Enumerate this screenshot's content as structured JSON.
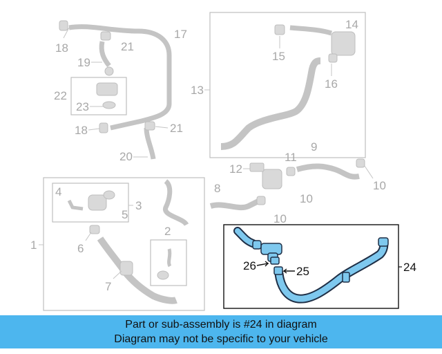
{
  "callouts": {
    "c1": "1",
    "c2": "2",
    "c3": "3",
    "c4": "4",
    "c5": "5",
    "c6": "6",
    "c7": "7",
    "c8": "8",
    "c9": "9",
    "c10a": "10",
    "c10b": "10",
    "c10c": "10",
    "c11": "11",
    "c12": "12",
    "c13": "13",
    "c14": "14",
    "c15": "15",
    "c16": "16",
    "c17": "17",
    "c18a": "18",
    "c18b": "18",
    "c19": "19",
    "c20": "20",
    "c21a": "21",
    "c21b": "21",
    "c22": "22",
    "c23": "23",
    "c24": "24",
    "c25": "25",
    "c26": "26"
  },
  "highlight_part": "24",
  "colors": {
    "highlight_fill": "#7ec8ee",
    "highlight_outline": "#1f2f46",
    "banner": "#4db6ee",
    "faded": "#c4c4c4"
  },
  "banner": {
    "line1": "Part or sub-assembly is #24 in diagram",
    "line2": "Diagram may not be specific to your vehicle"
  }
}
